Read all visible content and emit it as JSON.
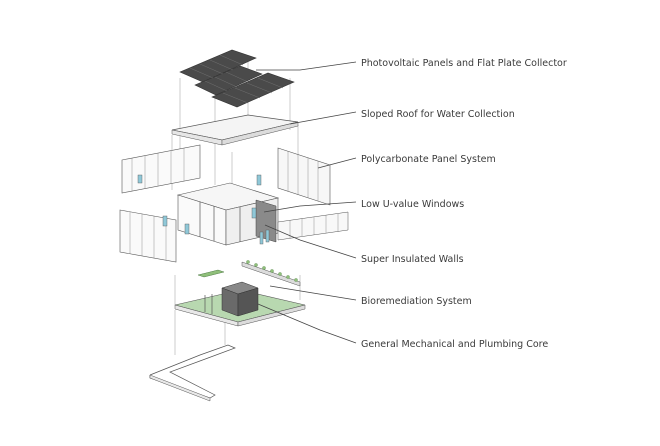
{
  "labels": {
    "pv": "Photovoltaic Panels and Flat Plate Collector",
    "roof": "Sloped Roof for Water Collection",
    "polycarbonate": "Polycarbonate Panel System",
    "windows": "Low U-value Windows",
    "walls": "Super Insulated Walls",
    "bioremediation": "Bioremediation System",
    "core": "General Mechanical and Plumbing Core"
  },
  "colors": {
    "line": "#555555",
    "solar_panel": "#4a4a4a",
    "green_roof": "#8fbf7a",
    "window_glass": "#8fc8d8",
    "core_floor": "#b8d8b0",
    "core_block": "#6a6a6a"
  }
}
